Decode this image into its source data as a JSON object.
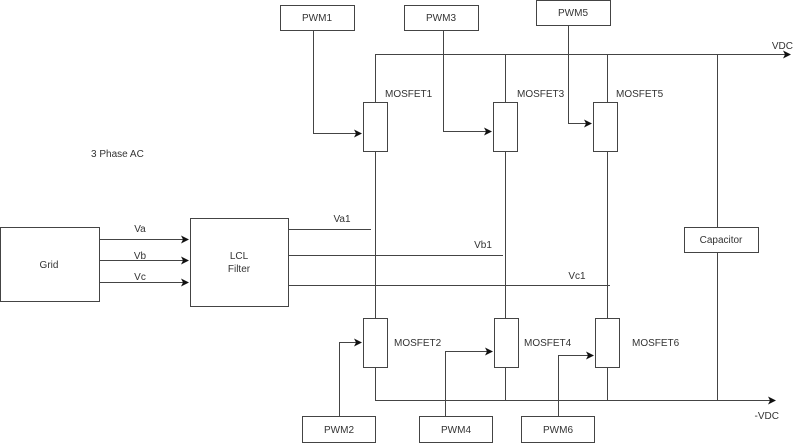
{
  "diagram": {
    "title_note": "3 Phase AC",
    "grid": {
      "label": "Grid"
    },
    "filter": {
      "line1": "LCL",
      "line2": "Filter"
    },
    "inputs": [
      "Va",
      "Vb",
      "Vc"
    ],
    "outputs": [
      "Va1",
      "Vb1",
      "Vc1"
    ],
    "rails": {
      "positive": "VDC",
      "negative": "-VDC"
    },
    "capacitor": {
      "label": "Capacitor"
    },
    "pwm": [
      "PWM1",
      "PWM2",
      "PWM3",
      "PWM4",
      "PWM5",
      "PWM6"
    ],
    "mosfets": [
      "MOSFET1",
      "MOSFET2",
      "MOSFET3",
      "MOSFET4",
      "MOSFET5",
      "MOSFET6"
    ],
    "colors": {
      "stroke": "#444444",
      "text": "#333333",
      "background": "#ffffff"
    }
  }
}
